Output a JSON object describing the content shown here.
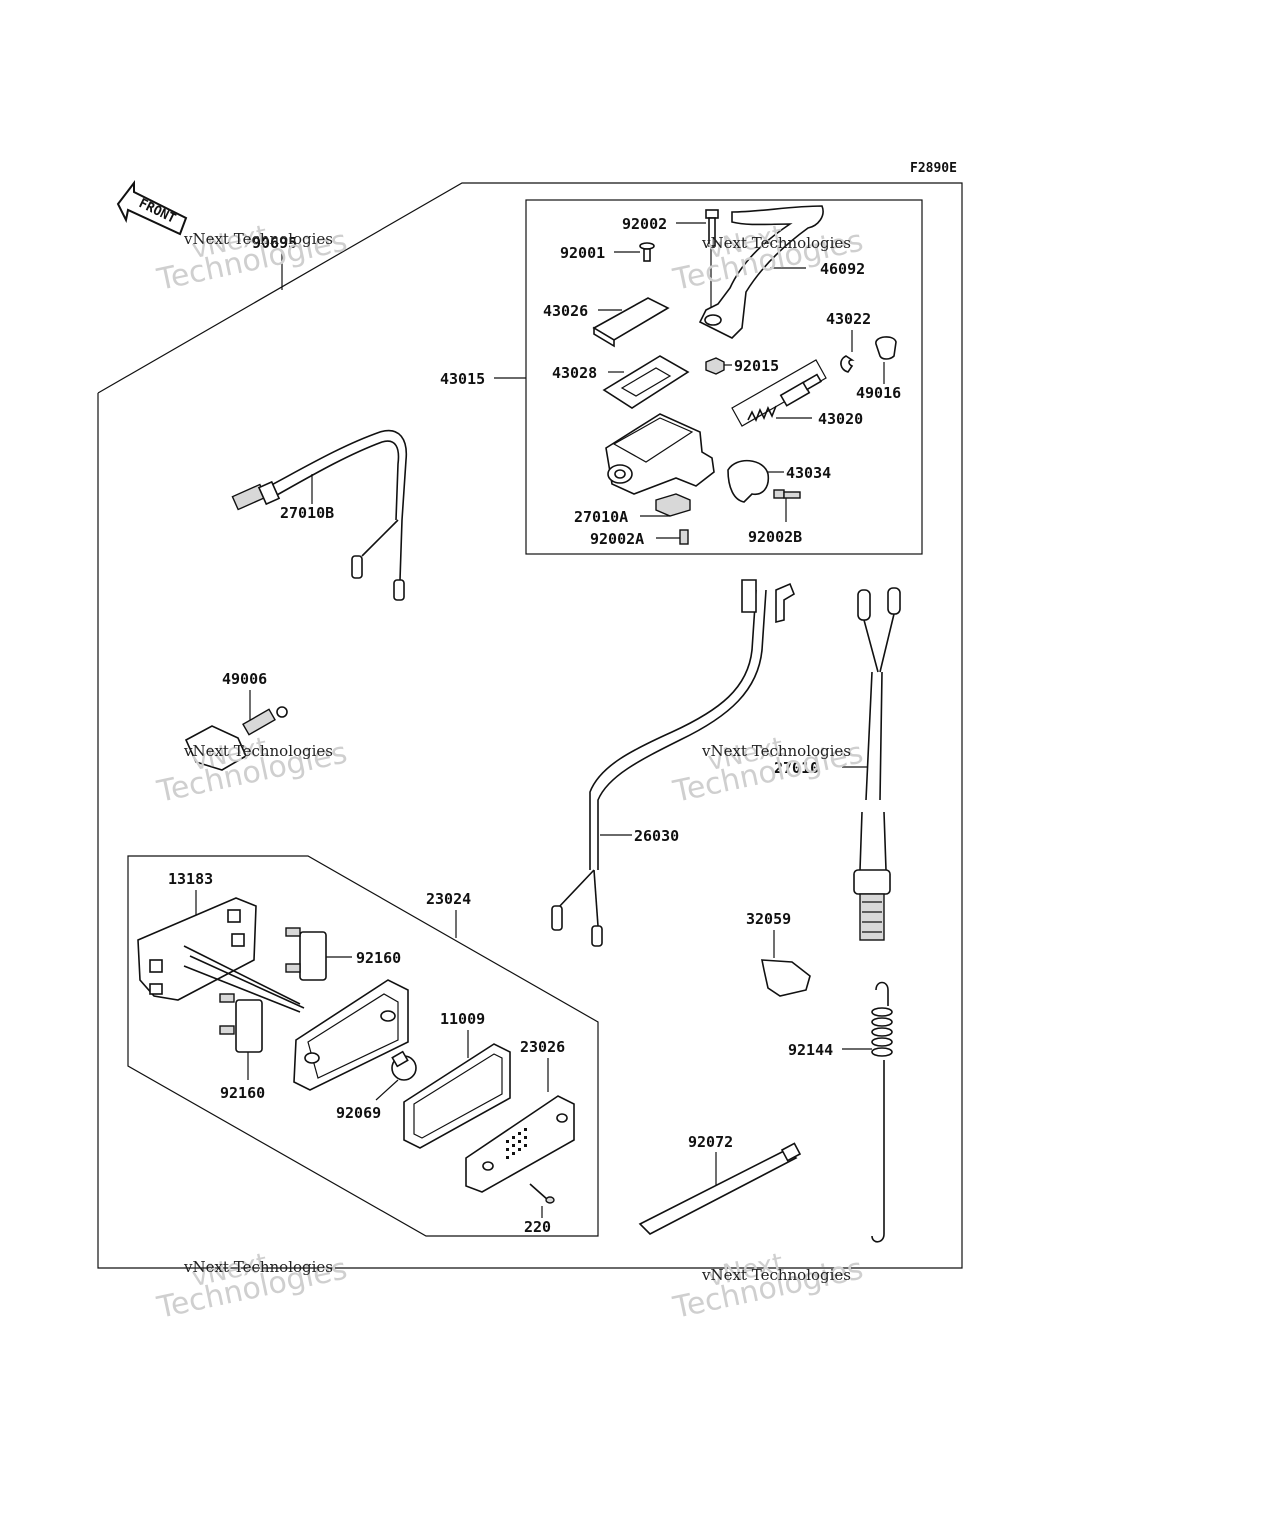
{
  "diagram_code": "F2890E",
  "front_label": "FRONT",
  "watermark": {
    "brand_top": "vNext",
    "brand_bottom": "Technologies",
    "caption": "vNext Technologies"
  },
  "labels": {
    "p90695": "90695",
    "p92002": "92002",
    "p92001": "92001",
    "p46092": "46092",
    "p43026": "43026",
    "p43022": "43022",
    "p43015": "43015",
    "p43028": "43028",
    "p92015": "92015",
    "p49016": "49016",
    "p43020": "43020",
    "p43034": "43034",
    "p27010A": "27010A",
    "p92002B": "92002B",
    "p92002A": "92002A",
    "p27010B": "27010B",
    "p49006": "49006",
    "p27010": "27010",
    "p26030": "26030",
    "p13183": "13183",
    "p23024": "23024",
    "p92160a": "92160",
    "p92160b": "92160",
    "p32059": "32059",
    "p11009": "11009",
    "p23026": "23026",
    "p92144": "92144",
    "p92069": "92069",
    "p92072": "92072",
    "p220": "220"
  }
}
